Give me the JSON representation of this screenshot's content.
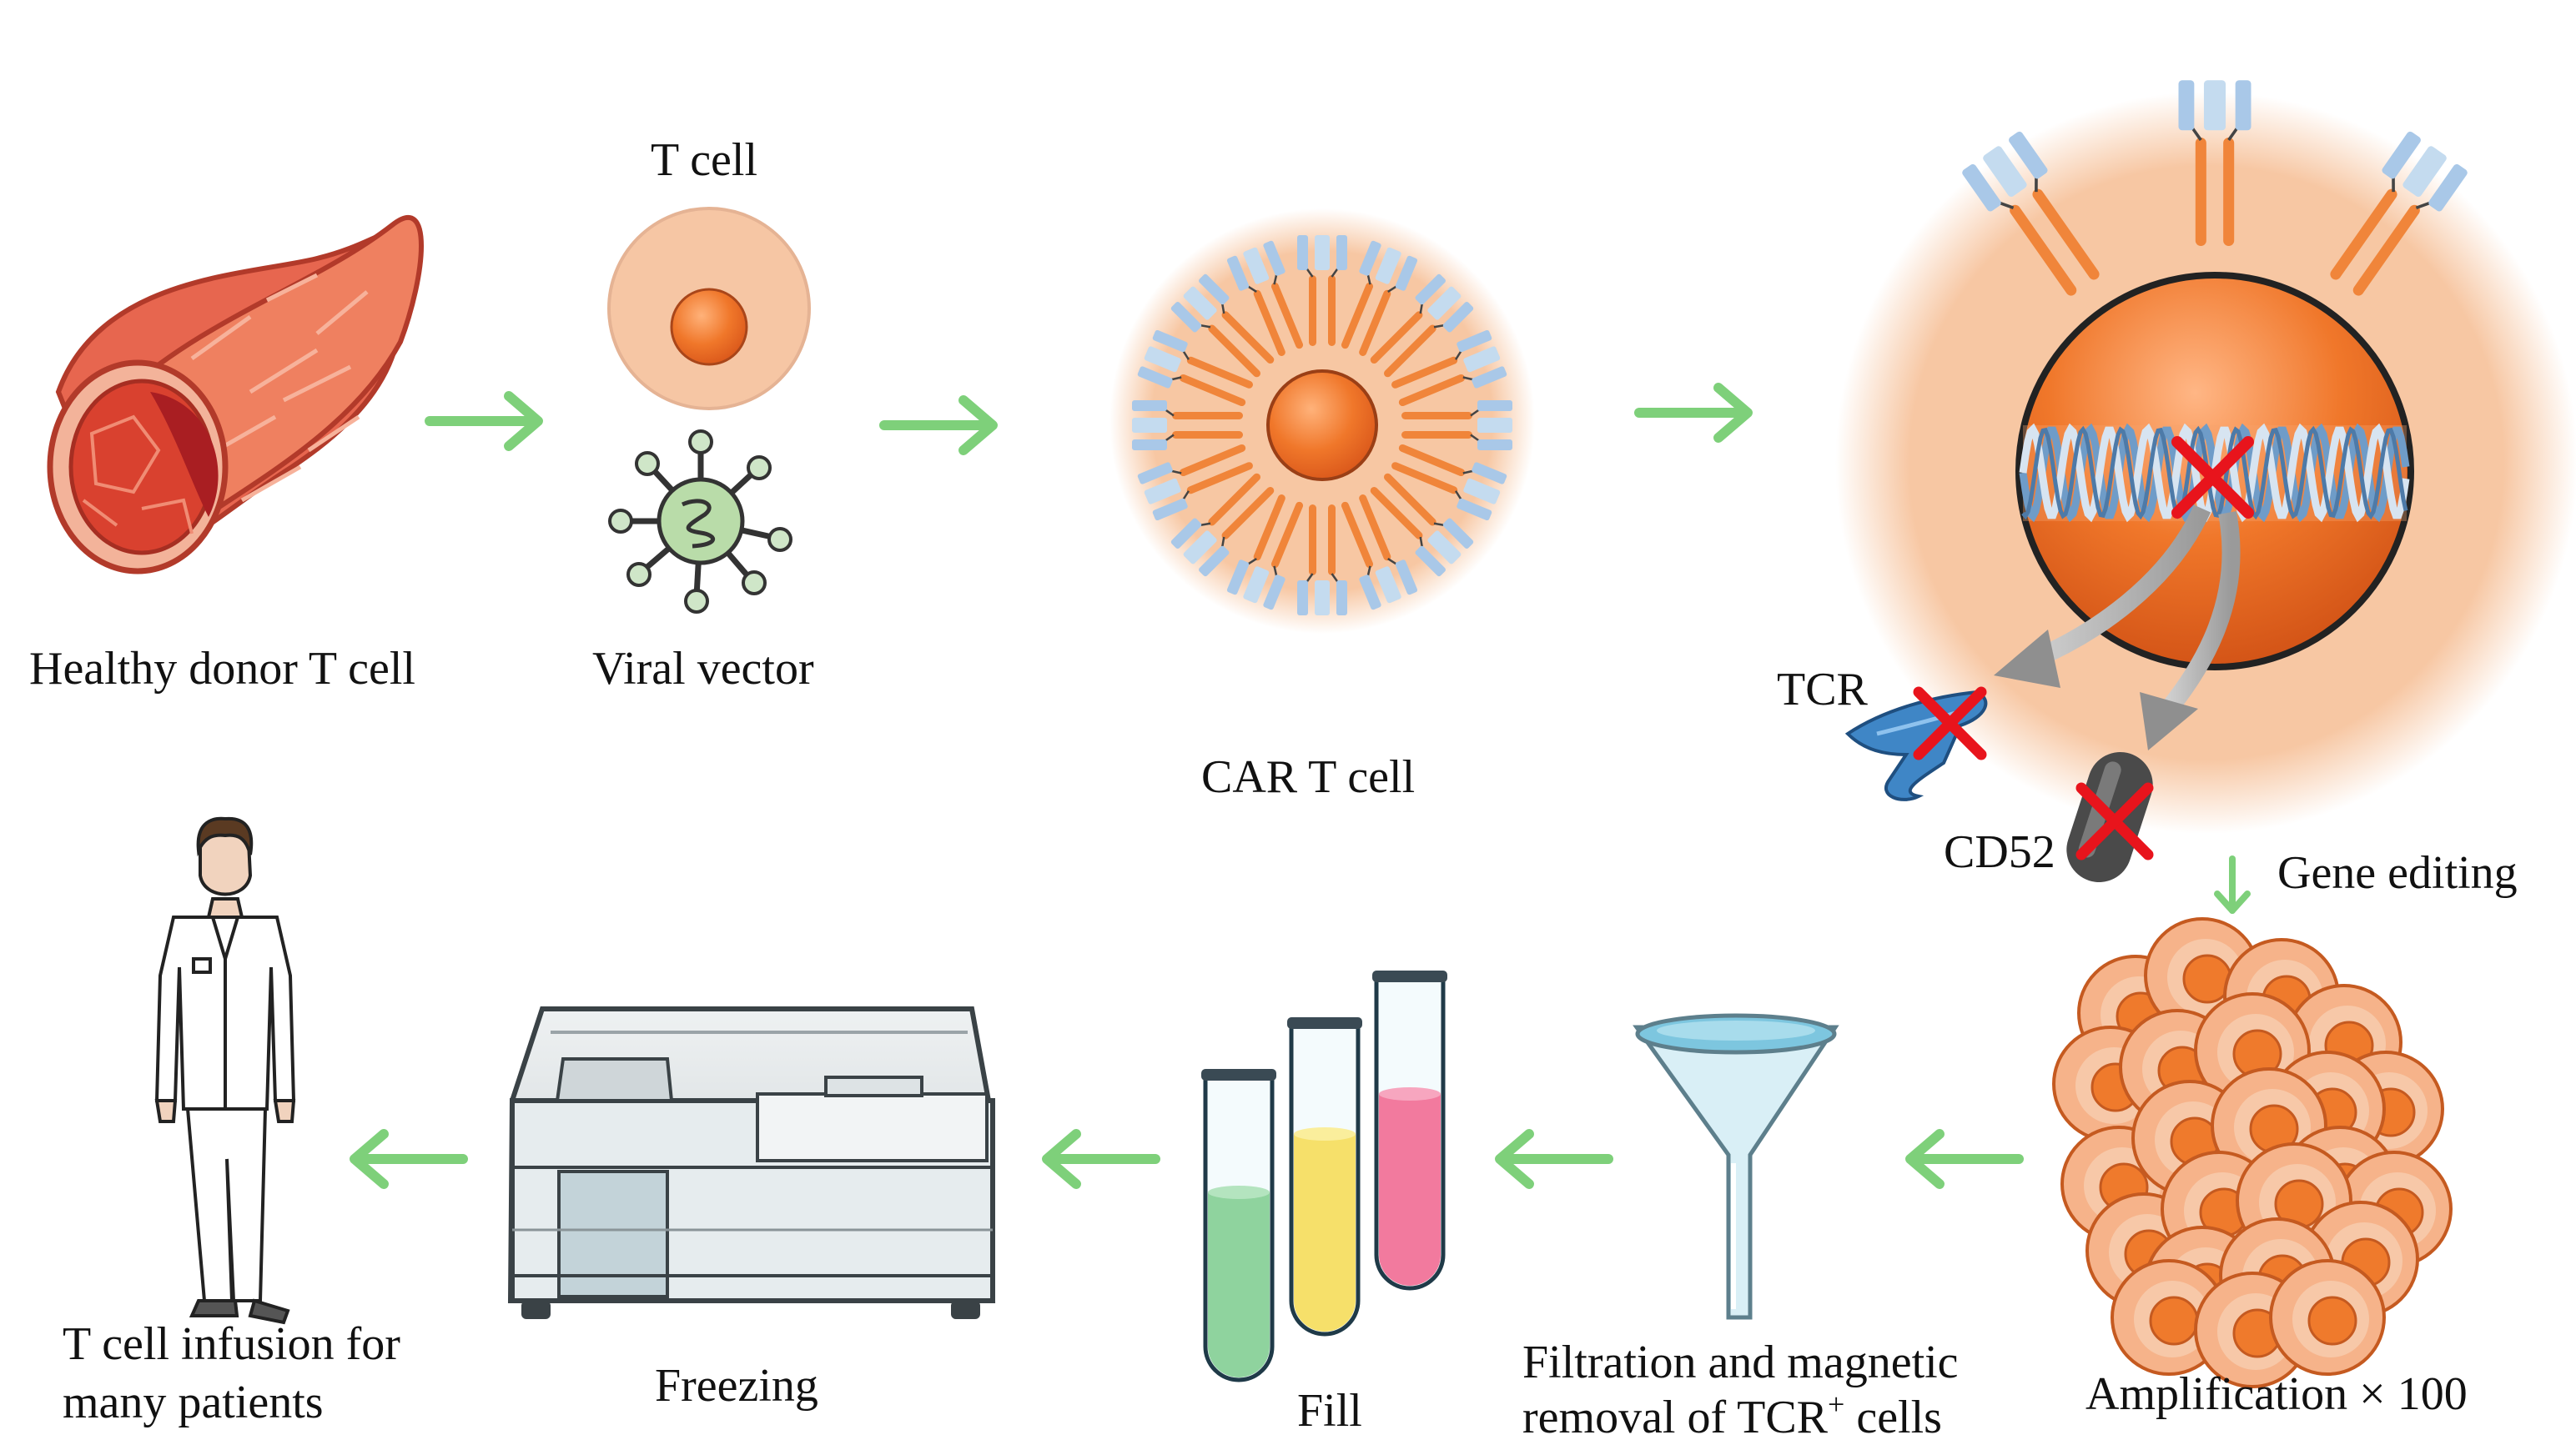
{
  "labels": {
    "healthy_donor": "Healthy donor T cell",
    "t_cell": "T cell",
    "viral_vector": "Viral vector",
    "car_t_cell": "CAR T cell",
    "tcr": "TCR",
    "cd52": "CD52",
    "gene_editing": "Gene editing",
    "amplification": "Amplification × 100",
    "filtration_line1": "Filtration and magnetic",
    "filtration_line2_pre": "removal of TCR",
    "filtration_sup": "+",
    "filtration_line2_post": " cells",
    "fill": "Fill",
    "freezing": "Freezing",
    "infusion_line1": "T cell infusion for",
    "infusion_line2": "many patients"
  },
  "colors": {
    "arrow": "#7ed07a",
    "cell_halo": "#f6c6a4",
    "nucleus": "#f07a2a",
    "receptor_stalk": "#f0853a",
    "receptor_head": "#a9c8e8",
    "cross": "#e8141c",
    "vessel": "#e05a4a",
    "tube_green": "#8fd39e",
    "tube_yellow": "#f6e06a",
    "tube_pink": "#f27a9e",
    "funnel": "#bfe3ef",
    "machine": "#dfe4e6"
  },
  "icons": [
    "blood-vessel-icon",
    "t-cell-icon",
    "viral-vector-icon",
    "car-t-cell-icon",
    "dna-helix-icon",
    "tcr-receptor-icon",
    "cd52-marker-icon",
    "cell-cluster-icon",
    "funnel-icon",
    "test-tube-icon",
    "freezer-machine-icon",
    "patient-figure-icon",
    "arrow-icon",
    "cross-icon"
  ]
}
